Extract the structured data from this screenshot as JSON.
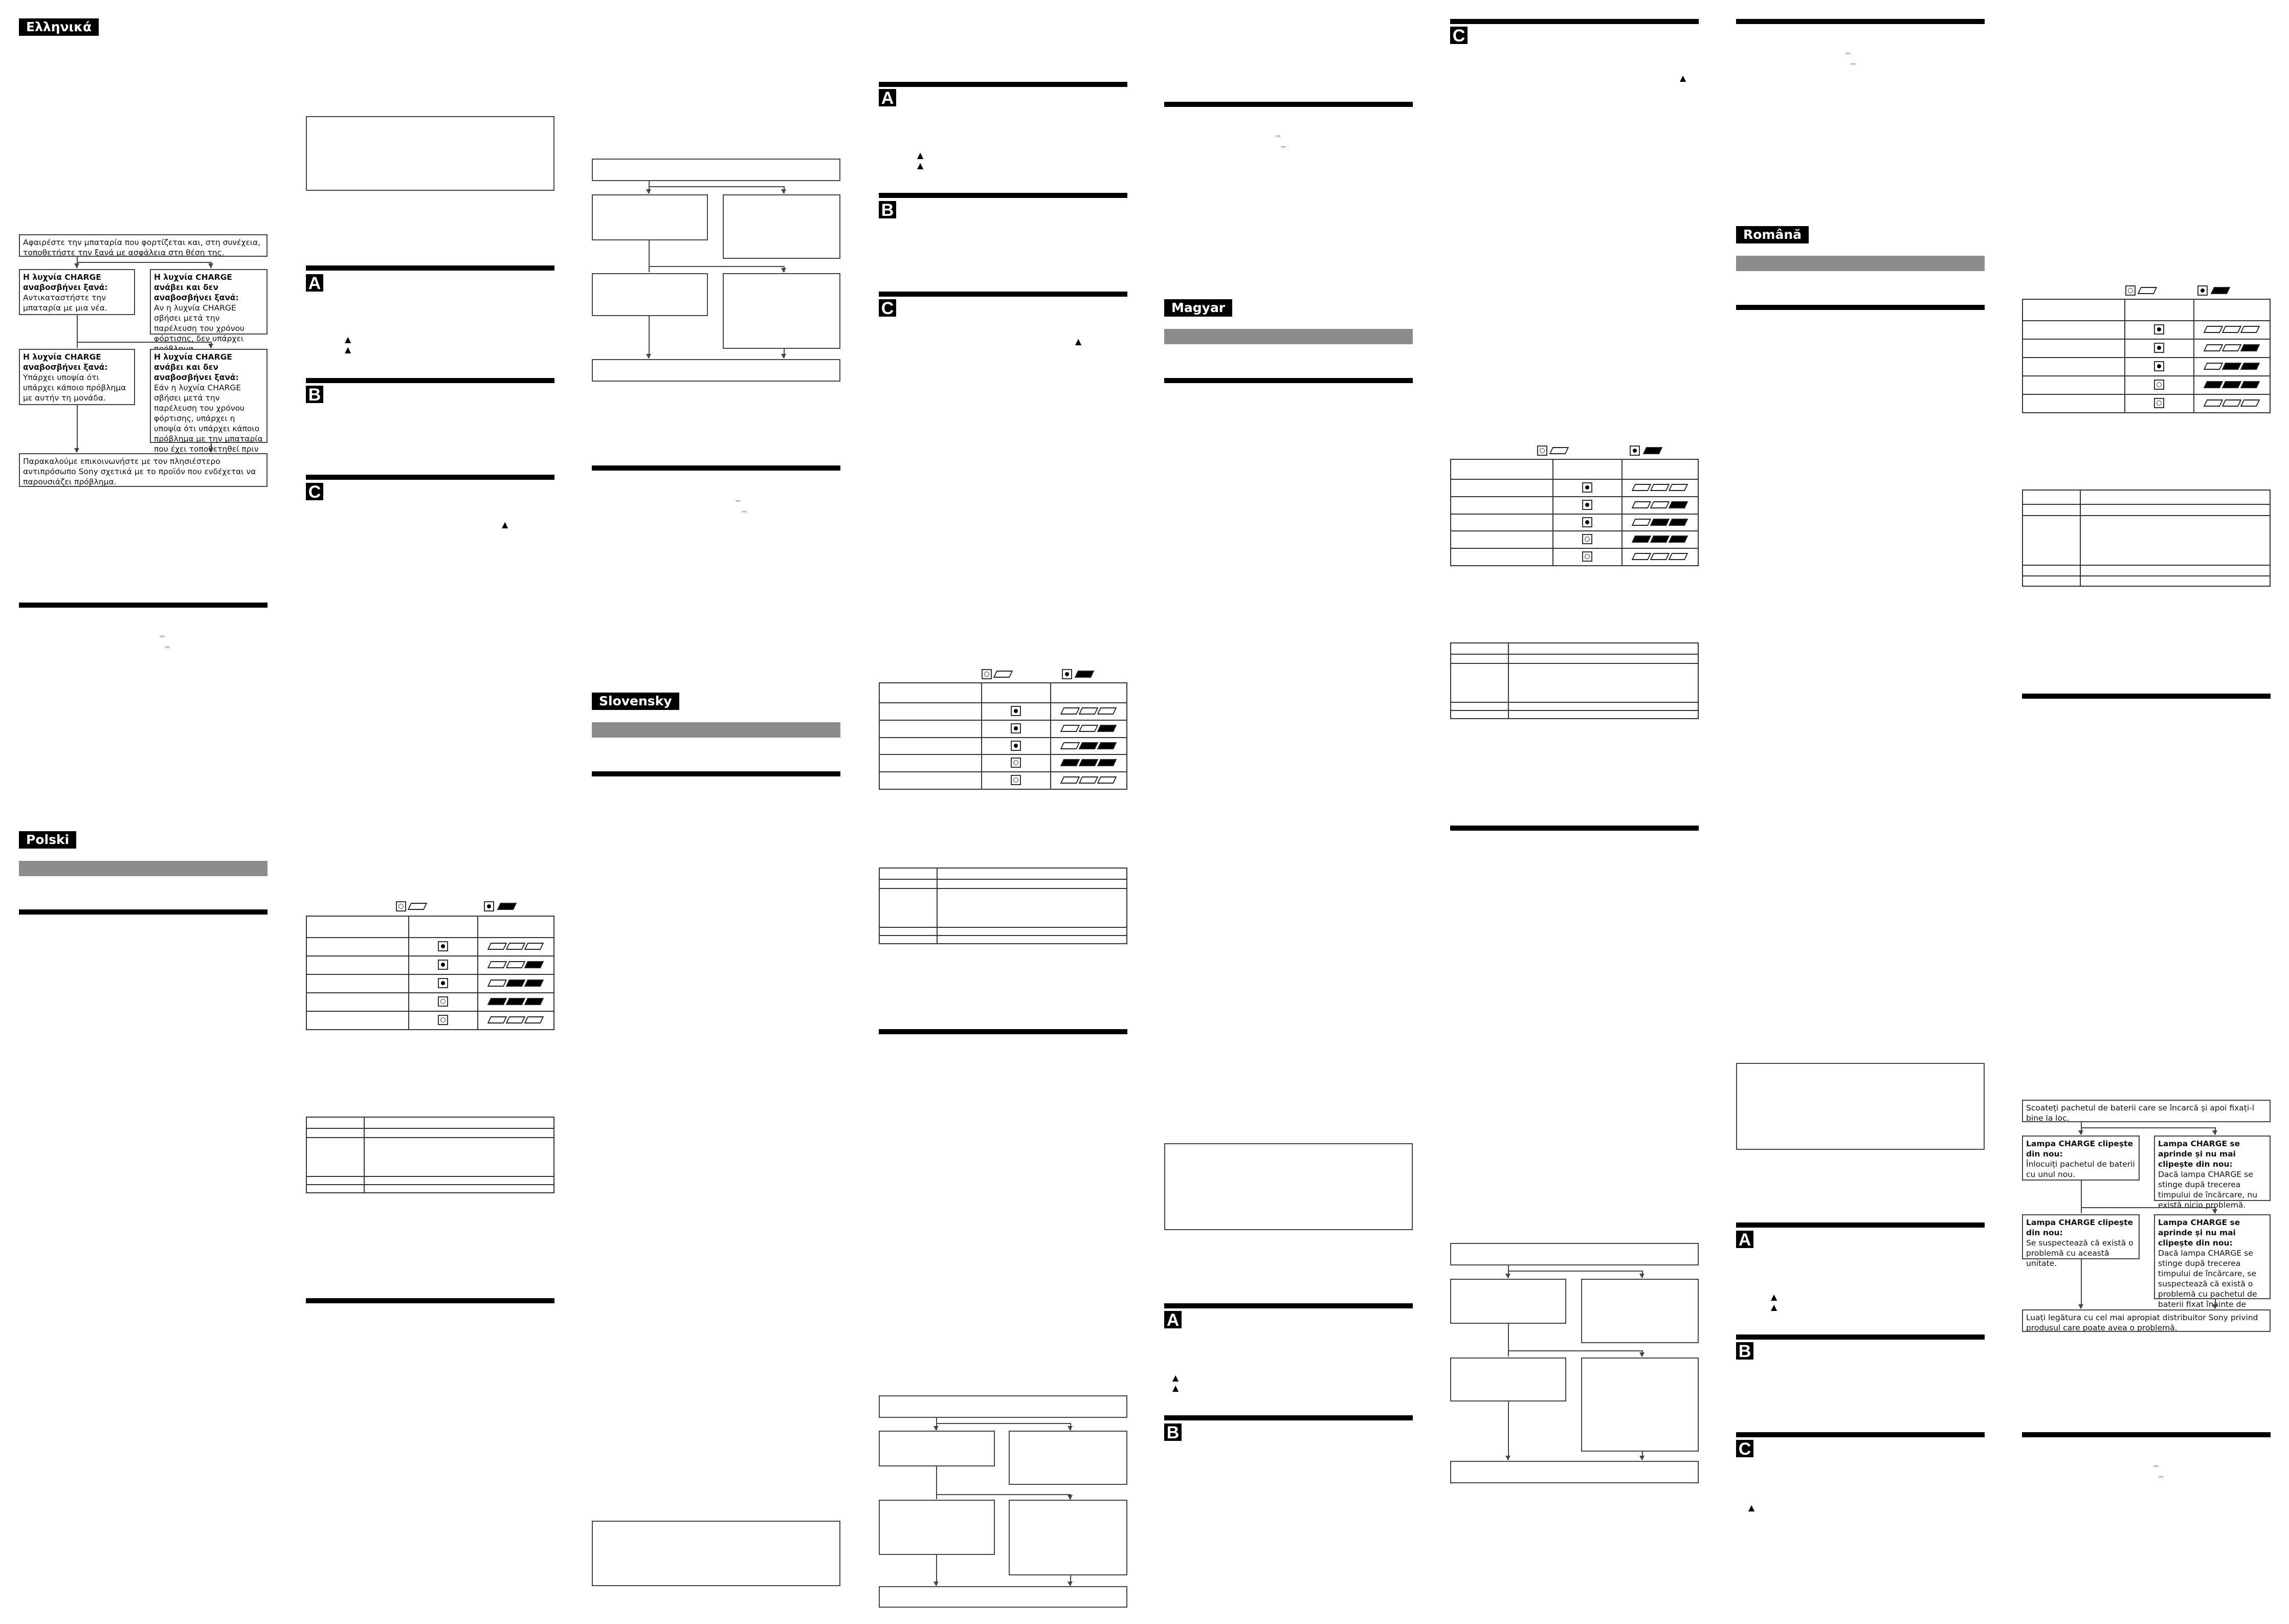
{
  "languages": {
    "greek": "Ελληνικά",
    "polish": "Polski",
    "slovak": "Slovensky",
    "hungarian": "Magyar",
    "romanian": "Română"
  },
  "section_letters": {
    "a": "A",
    "b": "B",
    "c": "C"
  },
  "symbols": {
    "triangle": "▲",
    "dc": "⎓"
  },
  "greek_flowchart": {
    "top": "Αφαιρέστε την μπαταρία που φορτίζεται και, στη συνέχεια, τοποθετήστε την ξανά με ασφάλεια στη θέση της.",
    "left1_title": "Η λυχνία CHARGE αναβοσβήνει ξανά:",
    "left1_text": "Αντικαταστήστε την μπαταρία με μια νέα.",
    "right1_title": "Η λυχνία CHARGE ανάβει και δεν αναβοσβήνει ξανά:",
    "right1_text": "Αν η λυχνία CHARGE σβήσει μετά την παρέλευση του χρόνου φόρτισης, δεν υπάρχει πρόβλημα.",
    "left2_title": "Η λυχνία CHARGE αναβοσβήνει ξανά:",
    "left2_text": "Υπάρχει υποψία ότι υπάρχει κάποιο πρόβλημα με αυτήν τη μονάδα.",
    "right2_title": "Η λυχνία CHARGE ανάβει και δεν αναβοσβήνει ξανά:",
    "right2_text": "Εάν η λυχνία CHARGE σβήσει μετά την παρέλευση του χρόνου φόρτισης, υπάρχει η υποψία ότι υπάρχει κάποιο πρόβλημα με την μπαταρία που έχει τοποθετηθεί πριν από την αντικατάσταση.",
    "bottom": "Παρακαλούμε επικοινωνήστε με τον πλησιέστερο αντιπρόσωπο Sony σχετικά με το προϊόν που ενδέχεται να παρουσιάζει πρόβλημα."
  },
  "romanian_flowchart": {
    "top": "Scoateți pachetul de baterii care se încarcă și apoi fixați-l bine la loc.",
    "left1_title": "Lampa CHARGE clipește din nou:",
    "left1_text": "Înlocuiți pachetul de baterii cu unul nou.",
    "right1_title": "Lampa CHARGE se aprinde și nu mai clipește din nou:",
    "right1_text": "Dacă lampa CHARGE se stinge după trecerea timpului de încărcare, nu există nicio problemă.",
    "left2_title": "Lampa CHARGE clipește din nou:",
    "left2_text": "Se suspectează că există o problemă cu această unitate.",
    "right2_title": "Lampa CHARGE se aprinde și nu mai clipește din nou:",
    "right2_text": "Dacă lampa CHARGE se stinge după trecerea timpului de încărcare, se suspectează că există o problemă cu pachetul de baterii fixat înainte de înlocuire.",
    "bottom": "Luați legătura cu cel mai apropiat distribuitor Sony privind produsul care poate avea o problemă."
  },
  "charge_indicator_rows": [
    {
      "lamp": "on",
      "segments": [
        0,
        0,
        0
      ]
    },
    {
      "lamp": "on",
      "segments": [
        0,
        0,
        1
      ]
    },
    {
      "lamp": "on",
      "segments": [
        0,
        1,
        1
      ]
    },
    {
      "lamp": "off",
      "segments": [
        1,
        1,
        1
      ]
    },
    {
      "lamp": "off",
      "segments": [
        0,
        0,
        0
      ]
    }
  ]
}
